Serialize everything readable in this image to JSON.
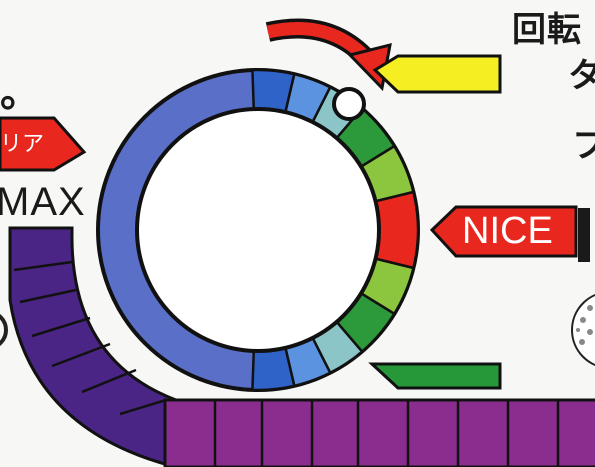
{
  "labels": {
    "top_title_fragment": "回転",
    "top_second_fragment": "タ",
    "top_third_fragment": "フ",
    "dot_fragment": "。",
    "area_fragment": "リア",
    "max_fragment": "MAX",
    "nice": "NICE"
  },
  "gauge": {
    "ring_segments": [
      {
        "name": "ring-segment-dark-blue",
        "color": "#2f63c8"
      },
      {
        "name": "ring-segment-light-blue",
        "color": "#5c93e0"
      },
      {
        "name": "ring-segment-teal",
        "color": "#8cc5c8"
      },
      {
        "name": "ring-segment-green",
        "color": "#2c9a3a"
      },
      {
        "name": "ring-segment-lime",
        "color": "#8cc63e"
      },
      {
        "name": "ring-segment-red",
        "color": "#e8271f"
      },
      {
        "name": "ring-segment-lime",
        "color": "#8cc63e"
      },
      {
        "name": "ring-segment-green",
        "color": "#2c9a3a"
      },
      {
        "name": "ring-segment-teal",
        "color": "#8cc5c8"
      },
      {
        "name": "ring-segment-light-blue",
        "color": "#5c93e0"
      },
      {
        "name": "ring-segment-dark-blue",
        "color": "#2f63c8"
      }
    ],
    "ring_base_color": "#5a70c8",
    "power_bar_color_dark": "#4a2585",
    "power_bar_color_light": "#8b2d8e"
  },
  "colors": {
    "arrow_red": "#e8271f",
    "flag_yellow": "#f4ee23",
    "flag_green": "#27983a",
    "nice_red": "#e8271f",
    "area_red": "#e8271f"
  }
}
